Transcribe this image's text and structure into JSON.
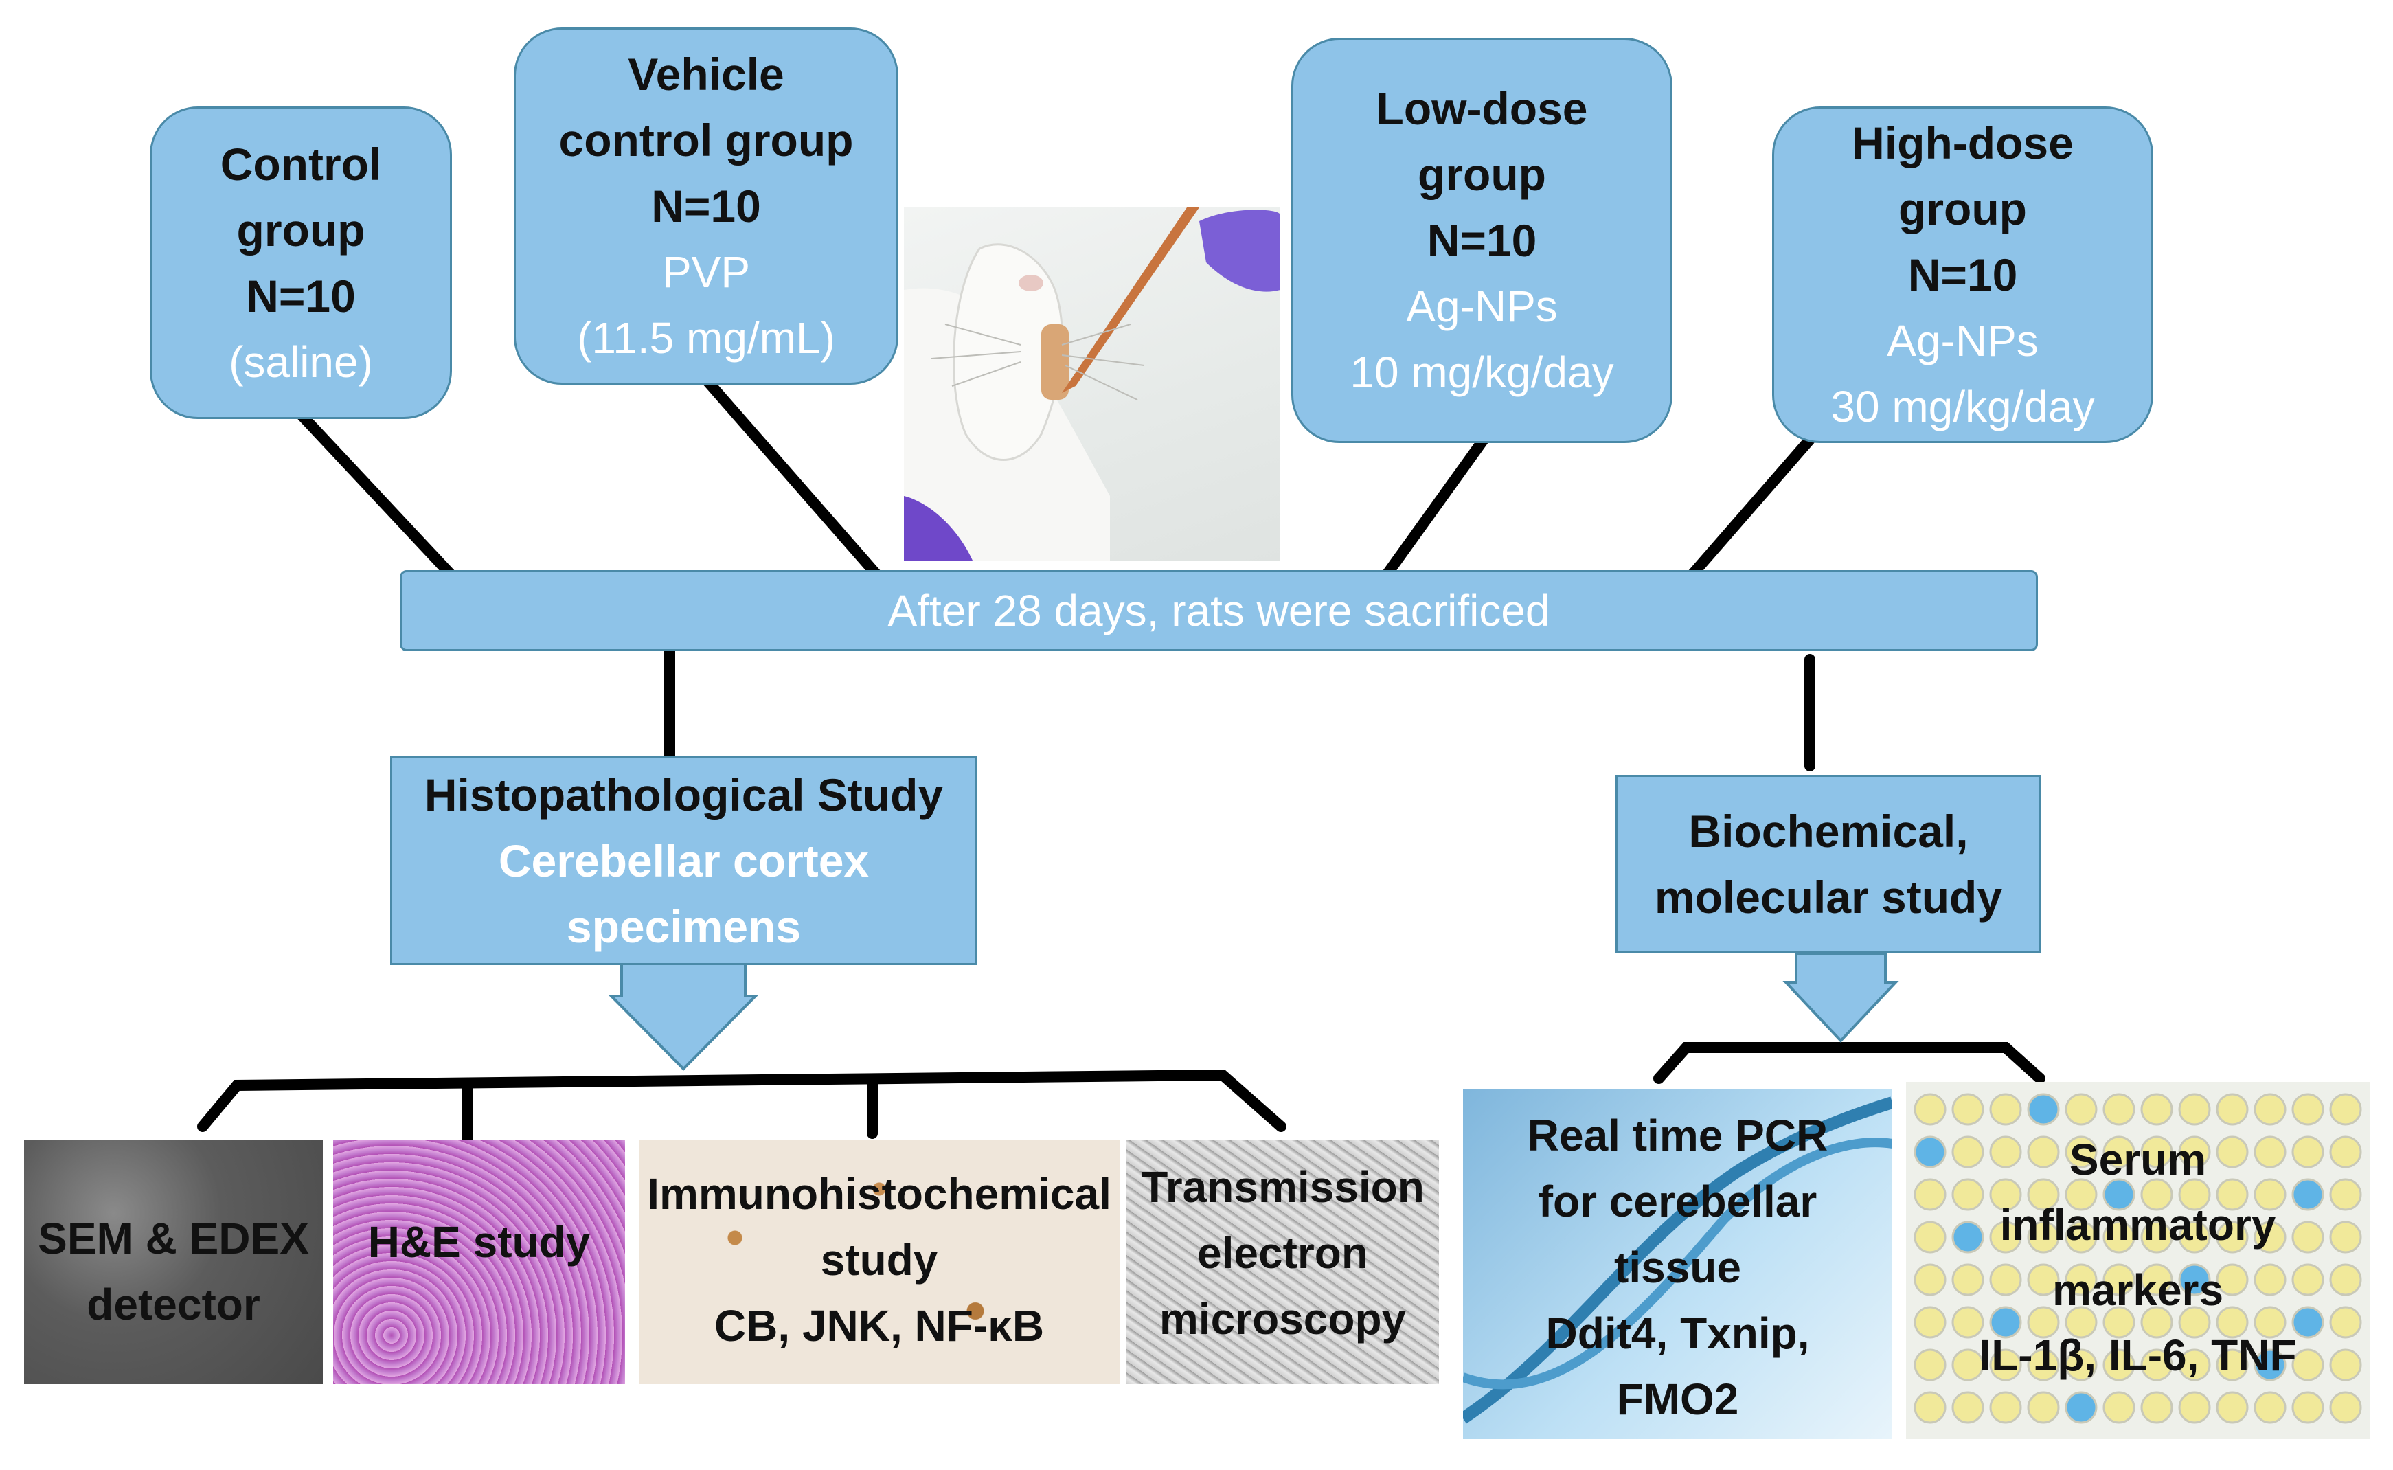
{
  "groups": [
    {
      "title": "Control",
      "subtitle": "group",
      "n": "N=10",
      "detail1": "(saline)",
      "detail2": ""
    },
    {
      "title": "Vehicle",
      "subtitle": "control group",
      "n": "N=10",
      "detail1": "PVP",
      "detail2": "(11.5 mg/mL)"
    },
    {
      "title": "Low-dose",
      "subtitle": "group",
      "n": "N=10",
      "detail1": "Ag-NPs",
      "detail2": "10 mg/kg/day"
    },
    {
      "title": "High-dose",
      "subtitle": "group",
      "n": "N=10",
      "detail1": "Ag-NPs",
      "detail2": "30 mg/kg/day"
    }
  ],
  "sacrifice": "After 28 days, rats were sacrificed",
  "histo": {
    "title": "Histopathological Study",
    "line1": "Cerebellar cortex",
    "line2": "specimens"
  },
  "biochem": {
    "line1": "Biochemical,",
    "line2": "molecular study"
  },
  "histo_panels": [
    {
      "lines": [
        "SEM & EDEX",
        "detector"
      ]
    },
    {
      "lines": [
        "H&E study"
      ]
    },
    {
      "lines": [
        "Immunohistochemical",
        "study",
        "CB, JNK, NF-κB"
      ]
    },
    {
      "lines": [
        "Transmission",
        "electron",
        "microscopy"
      ]
    }
  ],
  "bio_panels": [
    {
      "lines": [
        "Real time PCR",
        "for cerebellar",
        "tissue",
        "Ddit4, Txnip,",
        "FMO2"
      ]
    },
    {
      "lines": [
        "Serum",
        "inflammatory",
        "markers",
        "IL-1β, IL-6, TNF"
      ]
    }
  ],
  "colors": {
    "box_fill": "#8ec3e8",
    "box_border": "#4a8aa8",
    "light_text": "#ffffff",
    "connector": "#000000"
  }
}
